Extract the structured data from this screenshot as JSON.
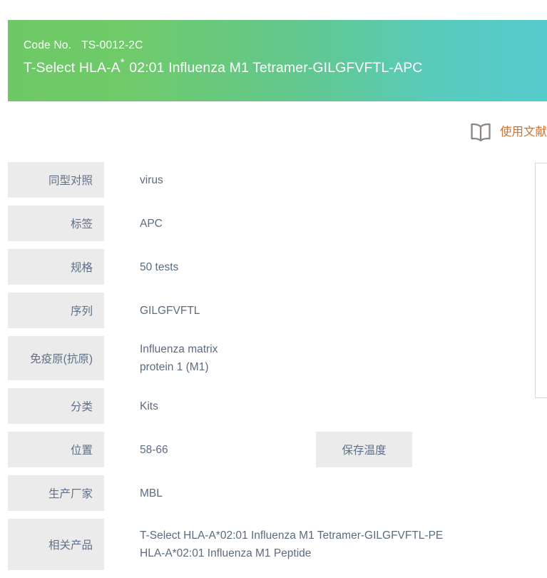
{
  "header": {
    "code_label": "Code No.",
    "code_value": "TS-0012-2C",
    "title_part1": "T-Select HLA-A",
    "title_star": "*",
    "title_part2": "02:01 Influenza M1 Tetramer-GILGFVFTL-APC",
    "gradient_start": "#6dc965",
    "gradient_end": "#55cbcd"
  },
  "reference": {
    "icon": "open-book-icon",
    "label": "使用文献",
    "color": "#cf7430"
  },
  "spec": {
    "rows": [
      {
        "label": "同型对照",
        "values": [
          "virus"
        ]
      },
      {
        "label": "标签",
        "values": [
          "APC"
        ]
      },
      {
        "label": "规格",
        "values": [
          "50 tests"
        ]
      },
      {
        "label": "序列",
        "values": [
          "GILGFVFTL"
        ]
      },
      {
        "label": "免疫原(抗原)",
        "values": [
          "Influenza matrix",
          "protein 1 (M1)"
        ]
      },
      {
        "label": "分类",
        "values": [
          "Kits"
        ]
      },
      {
        "label": "位置",
        "values": [
          "58-66"
        ],
        "label2": "保存温度"
      },
      {
        "label": "生产厂家",
        "values": [
          "MBL"
        ]
      },
      {
        "label": "相关产品",
        "values": [
          "T-Select HLA-A*02:01 Influenza M1 Tetramer-GILGFVFTL-PE",
          "HLA-A*02:01 Influenza M1 Peptide"
        ]
      }
    ]
  },
  "colors": {
    "label_bg": "#ebebeb",
    "label_text": "#5f7088",
    "value_text": "#5b6b80",
    "panel_border": "#d8d8d8"
  }
}
